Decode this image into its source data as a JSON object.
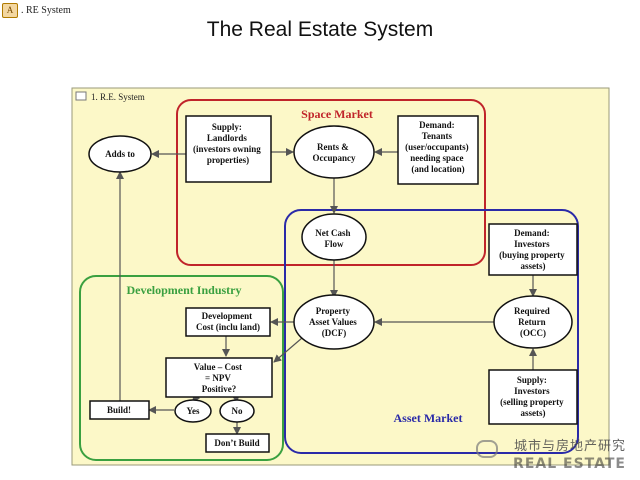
{
  "corner_tab": {
    "icon_text": "A",
    "label": ". RE System"
  },
  "slide_title": "The Real Estate System",
  "frame_label": "1. R.E. System",
  "regions": {
    "space_market": "Space Market",
    "asset_market": "Asset Market",
    "development_industry": "Development Industry"
  },
  "nodes": {
    "adds_to": [
      "Adds to"
    ],
    "supply_landlords": [
      "Supply:",
      "Landlords",
      "(investors owning",
      "properties)"
    ],
    "rents_occupancy": [
      "Rents &",
      "Occupancy"
    ],
    "demand_tenants": [
      "Demand:",
      "Tenants",
      "(user/occupants)",
      "needing space",
      "(and location)"
    ],
    "net_cash_flow": [
      "Net Cash",
      "Flow"
    ],
    "demand_investors": [
      "Demand:",
      "Investors",
      "(buying property",
      "assets)"
    ],
    "dev_cost": [
      "Development",
      "Cost (inclu land)"
    ],
    "property_values": [
      "Property",
      "Asset Values",
      "(DCF)"
    ],
    "required_return": [
      "Required",
      "Return",
      "(OCC)"
    ],
    "value_cost": [
      "Value – Cost",
      "= NPV",
      "Positive?"
    ],
    "supply_investors": [
      "Supply:",
      "Investors",
      "(selling property",
      "assets)"
    ],
    "build": [
      "Build!"
    ],
    "yes": [
      "Yes"
    ],
    "no": [
      "No"
    ],
    "dont_build": [
      "Don’t Build"
    ]
  },
  "watermark": {
    "cn": "城市与房地产研究",
    "en": "REAL ESTATE"
  },
  "colors": {
    "frame_fill": "#fcf8c8",
    "space_market": "#c0242a",
    "asset_market": "#2a2aa8",
    "development_industry": "#3aa040",
    "box_border": "#111111",
    "arrow": "#555555"
  }
}
